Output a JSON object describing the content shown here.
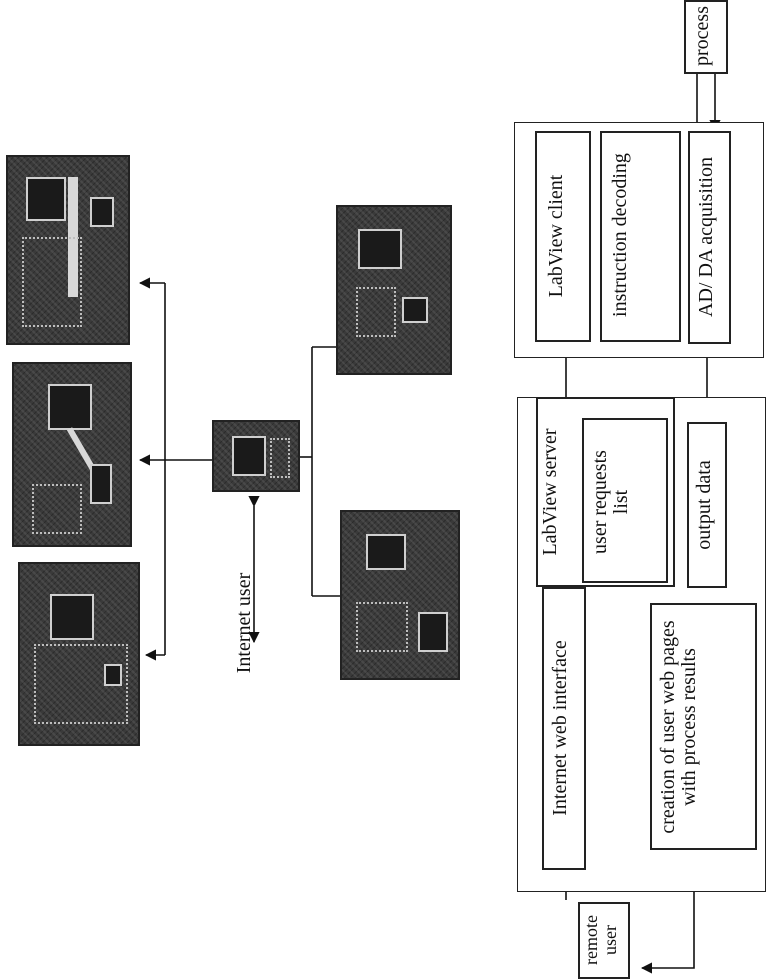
{
  "figure": {
    "top_label": "Internet user",
    "blocks": {
      "remote_user": "remote user",
      "internet_web_interface": "Internet web interface",
      "labview_server": "LabView server",
      "user_requests_list": "user requests list",
      "output_data": "output data",
      "creation_pages": "creation of user web pages with process results",
      "labview_client": "LabView client",
      "instruction_decoding": "instruction decoding",
      "ad_da_acquisition": "AD/ DA acquisition",
      "process": "process"
    }
  }
}
